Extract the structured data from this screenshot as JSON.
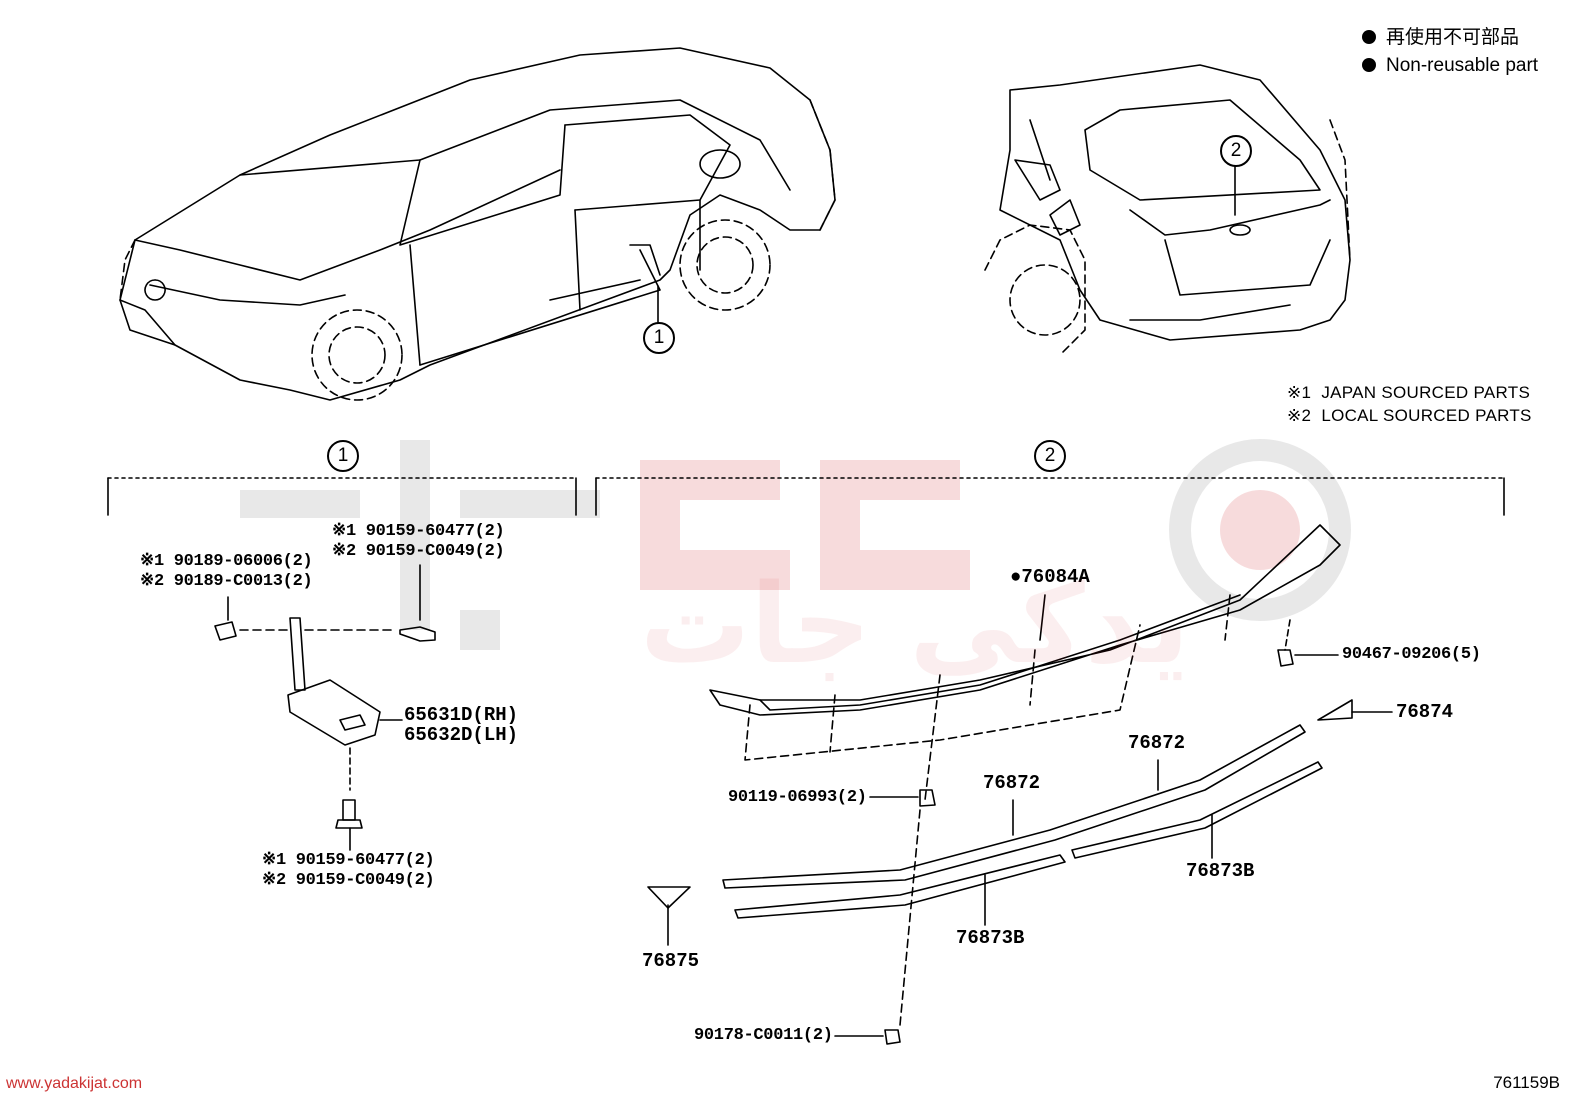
{
  "legend": {
    "items": [
      {
        "text": "再使用不可部品"
      },
      {
        "text": "Non-reusable part"
      }
    ]
  },
  "source_notes": [
    {
      "mark": "※1",
      "text": "JAPAN SOURCED PARTS"
    },
    {
      "mark": "※2",
      "text": "LOCAL SOURCED PARTS"
    }
  ],
  "callouts": {
    "one": "1",
    "two": "2"
  },
  "group1": {
    "left_screw": [
      "※1 90189-06006(2)",
      "※2 90189-C0013(2)"
    ],
    "top_bolt": [
      "※1 90159-60477(2)",
      "※2 90159-C0049(2)"
    ],
    "bracket": [
      "65631D(RH)",
      "65632D(LH)"
    ],
    "bottom_bolt": [
      "※1 90159-60477(2)",
      "※2 90159-C0049(2)"
    ]
  },
  "group2": {
    "garnish": "●76084A",
    "clip_right": "90467-09206(5)",
    "wedge_right": "76874",
    "strip_upper_right": "76872",
    "clip_mid": "90119-06993(2)",
    "strip_lower_left": "76872",
    "tape_right": "76873B",
    "tape_left": "76873B",
    "wedge_left": "76875",
    "clip_bottom": "90178-C0011(2)"
  },
  "watermark": "یدکی جات",
  "footer": {
    "url": "www.yadakijat.com",
    "code": "761159B"
  },
  "colors": {
    "ink": "#000000",
    "watermark": "#d0262a",
    "url": "#cc3333"
  }
}
